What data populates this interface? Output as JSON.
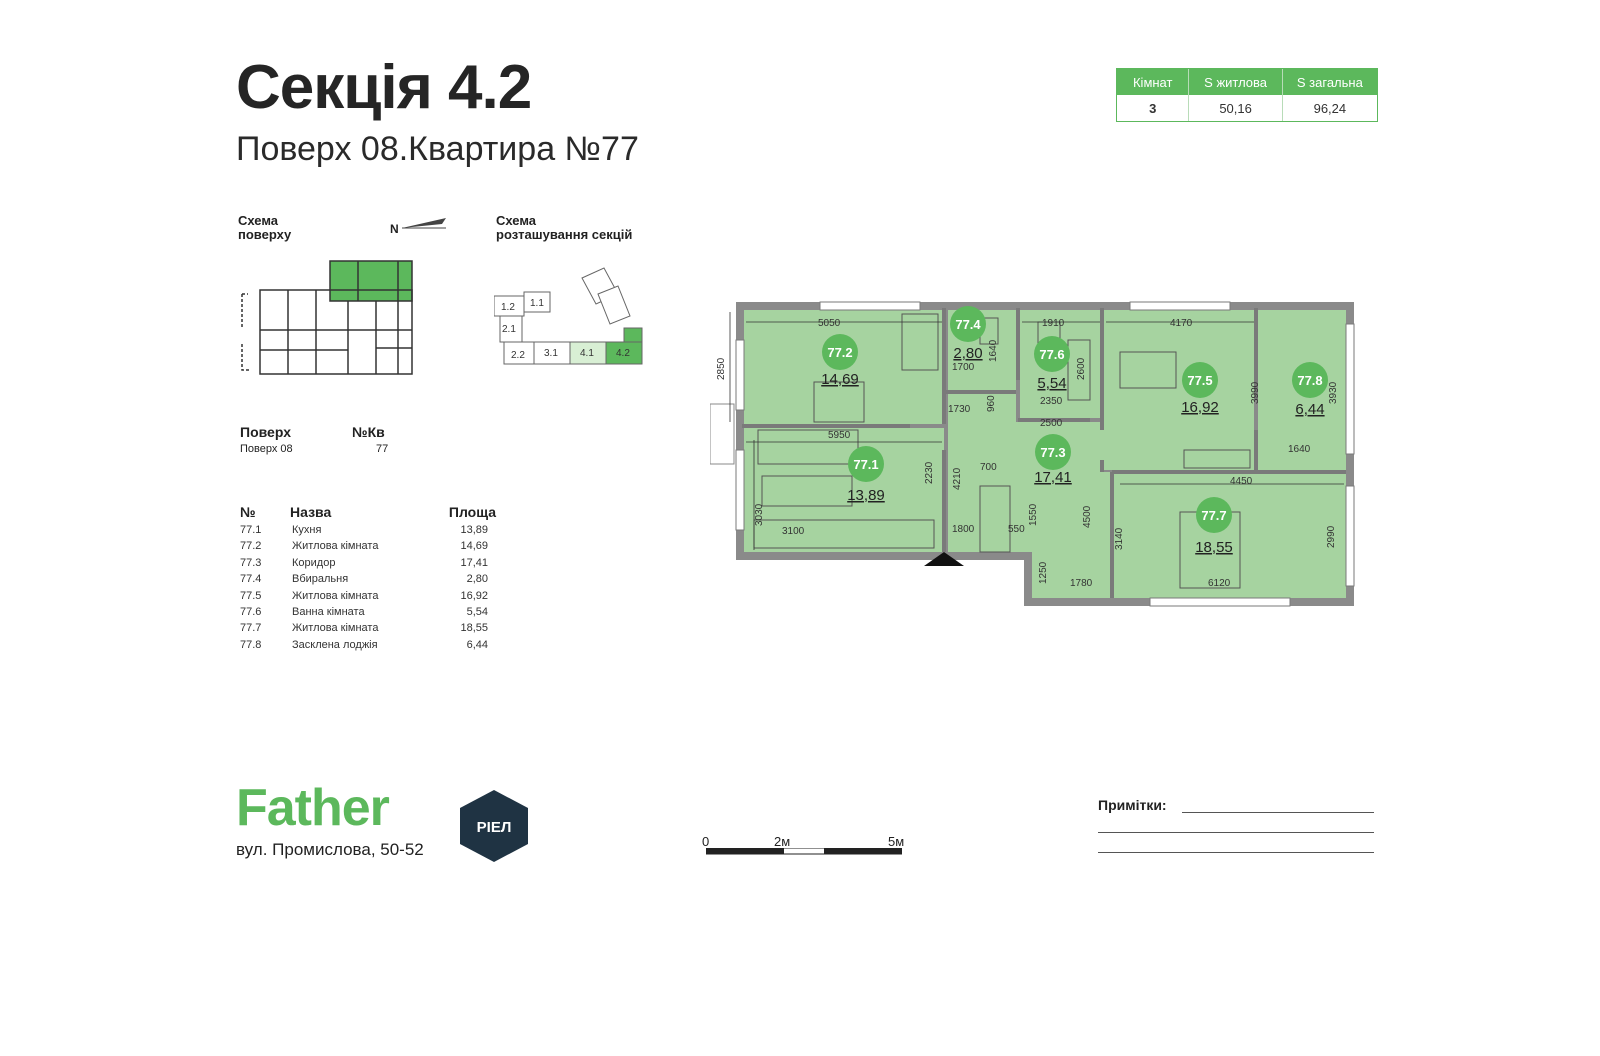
{
  "title": "Секція 4.2",
  "subtitle": "Поверх 08.Квартира №77",
  "summary": {
    "headers": [
      "Кімнат",
      "S житлова",
      "S загальна"
    ],
    "values": [
      "3",
      "50,16",
      "96,24"
    ]
  },
  "floor_scheme": {
    "label_line1": "Схема",
    "label_line2": "поверху",
    "north": "N"
  },
  "section_scheme": {
    "label_line1": "Схема",
    "label_line2": "розташування секцій",
    "sections": [
      "1.2",
      "1.1",
      "2.1",
      "2.2",
      "3.1",
      "4.1",
      "4.2"
    ]
  },
  "floor_info": {
    "floor_label": "Поверх",
    "floor_value": "Поверх 08",
    "apt_label": "№Кв",
    "apt_value": "77"
  },
  "rooms_table": {
    "headers": [
      "№",
      "Назва",
      "Площа"
    ],
    "rows": [
      {
        "no": "77.1",
        "name": "Кухня",
        "area": "13,89"
      },
      {
        "no": "77.2",
        "name": "Житлова кімната",
        "area": "14,69"
      },
      {
        "no": "77.3",
        "name": "Коридор",
        "area": "17,41"
      },
      {
        "no": "77.4",
        "name": "Вбиральня",
        "area": "2,80"
      },
      {
        "no": "77.5",
        "name": "Житлова кімната",
        "area": "16,92"
      },
      {
        "no": "77.6",
        "name": "Ванна кімната",
        "area": "5,54"
      },
      {
        "no": "77.7",
        "name": "Житлова кімната",
        "area": "18,55"
      },
      {
        "no": "77.8",
        "name": "Засклена лоджія",
        "area": "6,44"
      }
    ]
  },
  "plan": {
    "badges": [
      {
        "no": "77.1",
        "area": "13,89"
      },
      {
        "no": "77.2",
        "area": "14,69"
      },
      {
        "no": "77.3",
        "area": "17,41"
      },
      {
        "no": "77.4",
        "area": "2,80"
      },
      {
        "no": "77.5",
        "area": "16,92"
      },
      {
        "no": "77.6",
        "area": "5,54"
      },
      {
        "no": "77.7",
        "area": "18,55"
      },
      {
        "no": "77.8",
        "area": "6,44"
      }
    ],
    "dimensions": [
      "5050",
      "1910",
      "4170",
      "2850",
      "1640",
      "1700",
      "1730",
      "2600",
      "2350",
      "3990",
      "3930",
      "960",
      "2500",
      "5950",
      "1640",
      "2230",
      "4210",
      "700",
      "3030",
      "4450",
      "1550",
      "4500",
      "3140",
      "2990",
      "3100",
      "1800",
      "550",
      "1250",
      "1780",
      "6120"
    ]
  },
  "brand": {
    "name": "Father",
    "logo_text": "РІЕЛ",
    "address": "вул. Промислова, 50-52"
  },
  "scale": {
    "labels": [
      "0",
      "2м",
      "5м"
    ]
  },
  "notes": {
    "label": "Примітки:"
  },
  "colors": {
    "accent": "#5cb85c",
    "room_fill": "#a6d3a0",
    "wall": "#8a8a8a",
    "logo": "#1f3343"
  }
}
